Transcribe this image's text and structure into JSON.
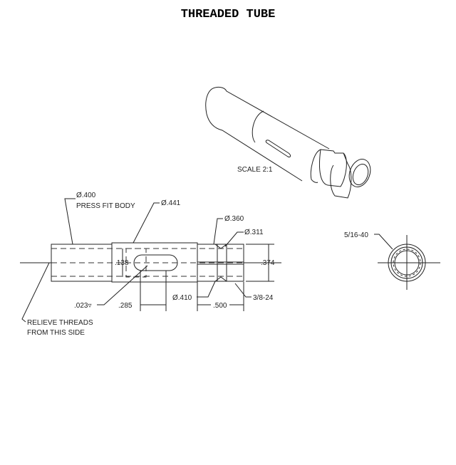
{
  "title": "THREADED TUBE",
  "iso_view": {
    "scale_label": "SCALE 2:1"
  },
  "side_view": {
    "callouts": {
      "press_fit_dia": "Ø.400",
      "press_fit_label": "PRESS FIT BODY",
      "body_dia": "Ø.441",
      "thread_dia": "Ø.360",
      "groove_dia": "Ø.311",
      "slot_width": ".138",
      "inner_dia": ".374",
      "slot_depth": ".023▿",
      "slot_length": ".285",
      "flange_dia": "Ø.410",
      "thread_length": ".500",
      "thread_spec": "3/8-24",
      "relieve_line1": "RELIEVE THREADS",
      "relieve_line2": "FROM THIS SIDE"
    }
  },
  "end_view": {
    "thread_spec": "5/16-40"
  }
}
